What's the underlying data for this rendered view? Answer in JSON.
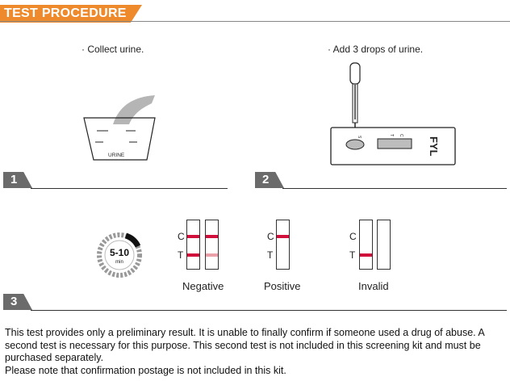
{
  "header": {
    "title": "TEST PROCEDURE"
  },
  "steps": [
    {
      "number": "1",
      "text": "· Collect urine.",
      "cup_label": "URINE"
    },
    {
      "number": "2",
      "text": "· Add 3 drops of urine.",
      "well_label": "S",
      "marks": [
        "T",
        "C"
      ],
      "brand": "FYL"
    },
    {
      "number": "3",
      "timer": {
        "value": "5-10",
        "unit": "min"
      }
    }
  ],
  "results": {
    "line_labels": {
      "c": "C",
      "t": "T"
    },
    "negative": "Negative",
    "positive": "Positive",
    "invalid": "Invalid"
  },
  "footer": {
    "p1": "This test provides only a preliminary result. It is unable to finally confirm if someone used a drug of abuse. A second test is necessary for this purpose. This second test is not included in this screening kit and must be purchased separately.",
    "p2": "Please note that confirmation postage is not included in this kit."
  },
  "colors": {
    "accent": "#ef8a2c",
    "line_red": "#d0103a",
    "line_faint": "#e9a0a8",
    "step_badge": "#6b6b6b"
  }
}
